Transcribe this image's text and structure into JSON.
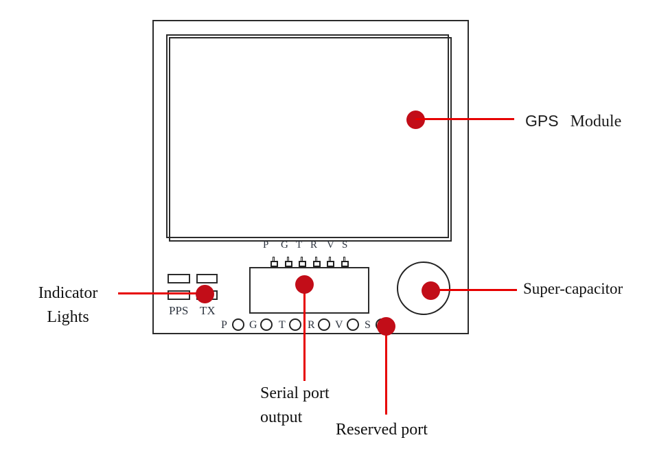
{
  "labels": {
    "gps_module": {
      "part1": "GPS",
      "part2": "Module"
    },
    "indicator": {
      "line1": "Indicator",
      "line2": "Lights"
    },
    "super_capacitor": "Super-capacitor",
    "serial_port": {
      "line1": "Serial port",
      "line2": "output"
    },
    "reserved_port": "Reserved port"
  },
  "board": {
    "top_pin_labels": [
      "P",
      "G",
      "T",
      "R",
      "V",
      "S"
    ],
    "bottom_port_labels": [
      "P",
      "G",
      "T",
      "R",
      "V",
      "S"
    ],
    "led_labels": [
      "PPS",
      "TX"
    ]
  },
  "colors": {
    "callout_line": "#e60000",
    "callout_dot": "#c20d18",
    "outline": "#2b2b2b"
  }
}
